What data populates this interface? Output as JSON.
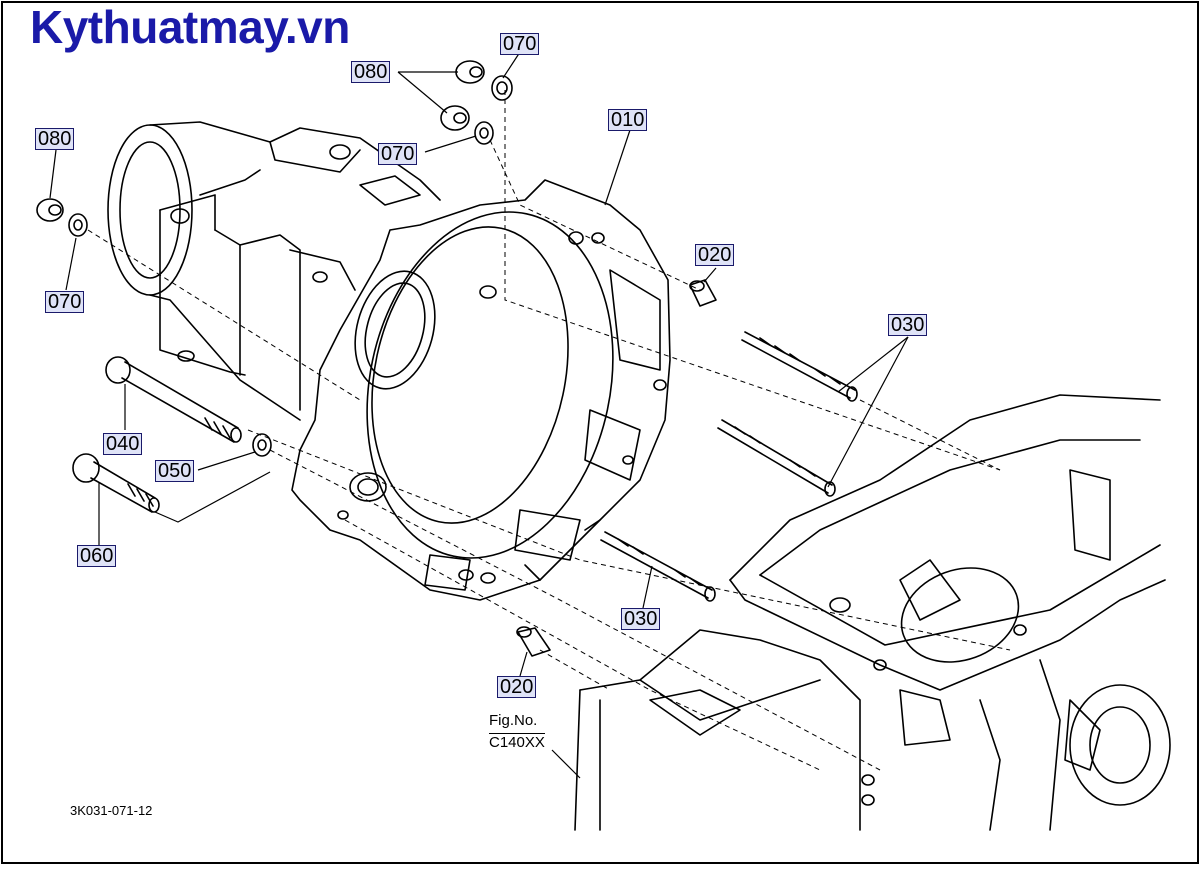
{
  "header": {
    "brand": "Kythuatmay.vn",
    "brand_color": "#1a1aa8"
  },
  "callouts": {
    "c080_top": "080",
    "c070_top": "070",
    "c070_mid": "070",
    "c010": "010",
    "c080_left": "080",
    "c070_left": "070",
    "c020_upper": "020",
    "c030_upper": "030",
    "c040": "040",
    "c050": "050",
    "c060": "060",
    "c030_lower": "030",
    "c020_lower": "020"
  },
  "figure": {
    "label_line1": "Fig.No.",
    "label_line2": "C140XX",
    "doc_id": "3K031-071-12"
  },
  "colors": {
    "callout_fill": "#dfe3f7",
    "callout_border": "#1a1a6a",
    "line": "#000000"
  }
}
